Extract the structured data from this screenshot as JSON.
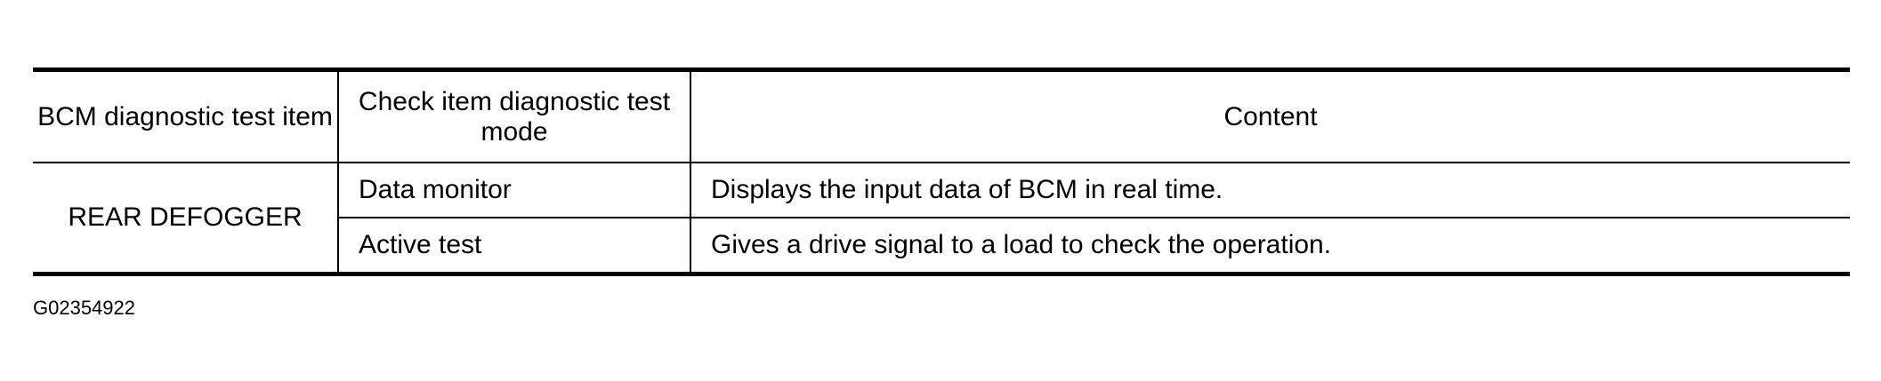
{
  "table": {
    "headers": [
      "BCM diagnostic test item",
      "Check item diagnostic test mode",
      "Content"
    ],
    "item": "REAR DEFOGGER",
    "rows": [
      {
        "mode": "Data monitor",
        "content": "Displays the input data of BCM in real time."
      },
      {
        "mode": "Active test",
        "content": "Gives a drive signal to a load to check the operation."
      }
    ]
  },
  "figure_id": "G02354922"
}
